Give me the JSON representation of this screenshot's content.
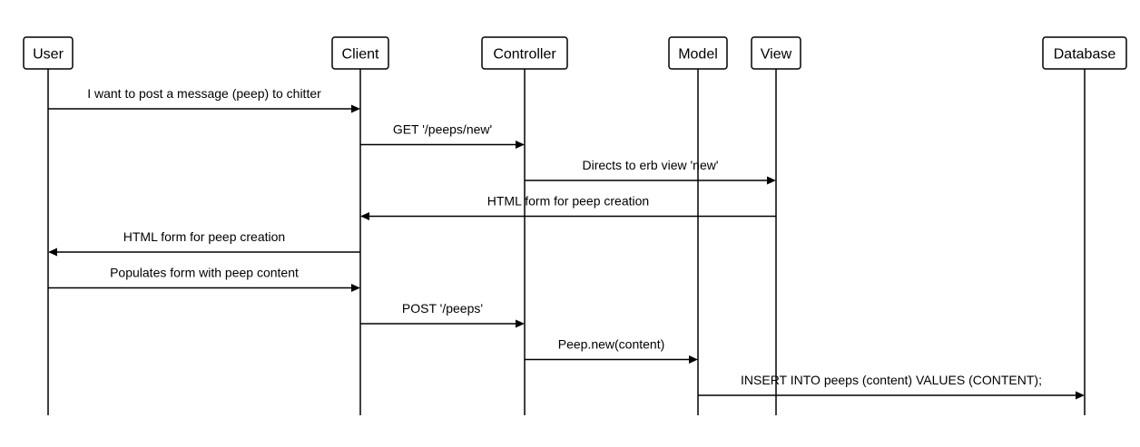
{
  "participants": [
    {
      "id": "user",
      "label": "User"
    },
    {
      "id": "client",
      "label": "Client"
    },
    {
      "id": "controller",
      "label": "Controller"
    },
    {
      "id": "model",
      "label": "Model"
    },
    {
      "id": "view",
      "label": "View"
    },
    {
      "id": "database",
      "label": "Database"
    }
  ],
  "messages": [
    {
      "from": "user",
      "to": "client",
      "label": "I want to post a message (peep) to chitter"
    },
    {
      "from": "client",
      "to": "controller",
      "label": "GET '/peeps/new'"
    },
    {
      "from": "controller",
      "to": "view",
      "label": "Directs to erb view 'new'"
    },
    {
      "from": "view",
      "to": "client",
      "label": "HTML form for peep creation"
    },
    {
      "from": "client",
      "to": "user",
      "label": "HTML form for peep creation"
    },
    {
      "from": "user",
      "to": "client",
      "label": "Populates form with peep content"
    },
    {
      "from": "client",
      "to": "controller",
      "label": "POST '/peeps'"
    },
    {
      "from": "controller",
      "to": "model",
      "label": "Peep.new(content)"
    },
    {
      "from": "model",
      "to": "database",
      "label": "INSERT INTO peeps (content) VALUES (CONTENT);"
    }
  ]
}
